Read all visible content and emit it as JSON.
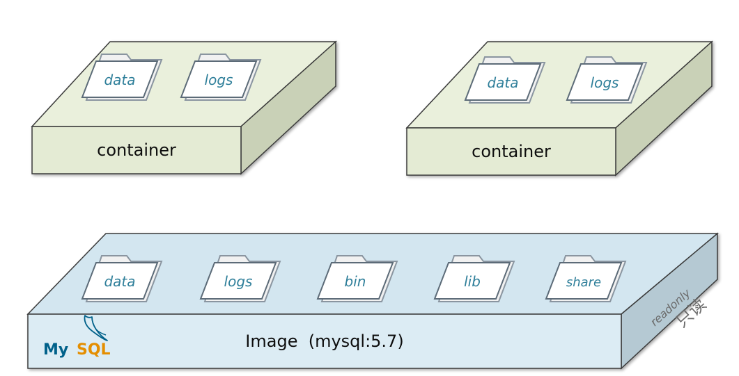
{
  "containers": [
    {
      "label": "container",
      "folders": [
        "data",
        "logs"
      ]
    },
    {
      "label": "container",
      "folders": [
        "data",
        "logs"
      ]
    }
  ],
  "image": {
    "label": "Image  (mysql:5.7)",
    "folders": [
      "data",
      "logs",
      "bin",
      "lib",
      "share"
    ],
    "readonly_en": "readonly",
    "readonly_cn": "只读",
    "logo": {
      "my": "My",
      "sql": "SQL"
    }
  },
  "colors": {
    "container_top": "#eaf0dc",
    "container_front": "#e4ebd4",
    "container_side": "#c9d1b7",
    "image_top": "#d3e6f0",
    "image_front": "#dcecf4",
    "image_side": "#b5c9d3",
    "outline": "#3a3a3a",
    "folder_text": "#2f7f9a",
    "logo_my": "#00618a",
    "logo_sql": "#e48e00"
  }
}
